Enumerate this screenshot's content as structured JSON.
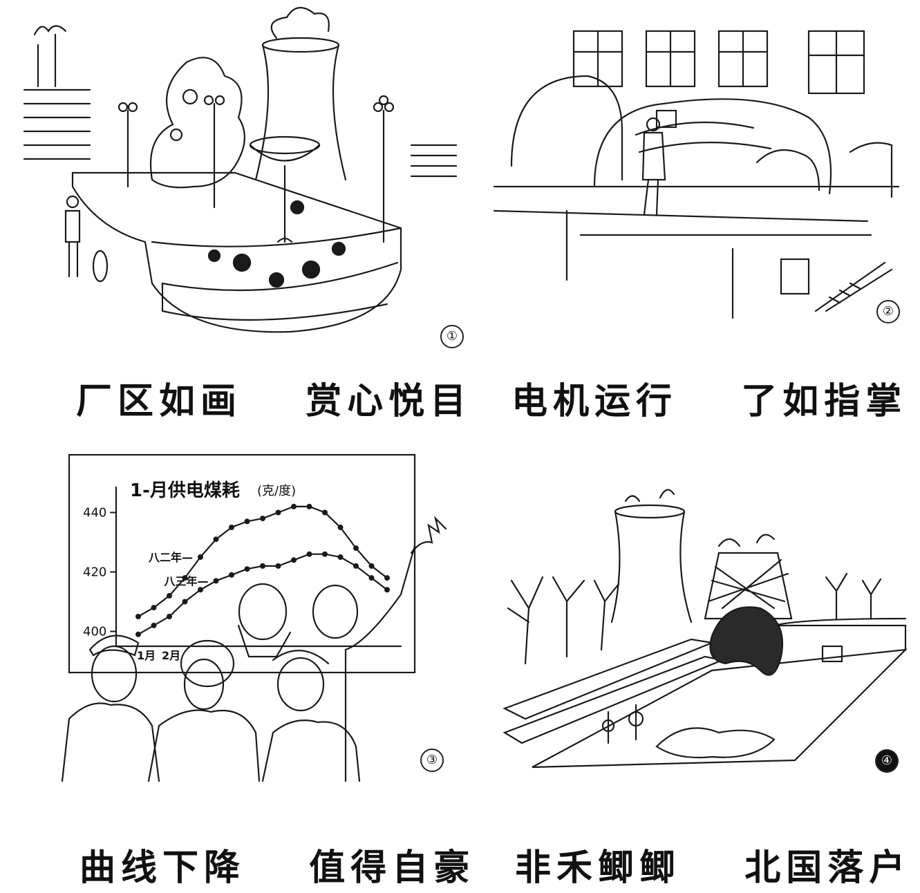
{
  "panels": [
    {
      "id": "1",
      "number": "①",
      "caption_a": "厂区如画",
      "caption_b": "赏心悦目"
    },
    {
      "id": "2",
      "number": "②",
      "caption_a": "电机运行",
      "caption_b": "了如指掌"
    },
    {
      "id": "3",
      "number": "③",
      "caption_a": "曲线下降",
      "caption_b": "值得自豪"
    },
    {
      "id": "4",
      "number": "④",
      "caption_a": "非禾鲫鲫",
      "caption_b": "北国落户"
    }
  ],
  "chart_data": {
    "type": "line",
    "title": "1-月供电煤耗",
    "unit": "(克/度)",
    "x_labels": [
      "1月",
      "2月"
    ],
    "y_ticks": [
      400,
      420,
      440
    ],
    "ylim": [
      395,
      445
    ],
    "series": [
      {
        "name": "八二年",
        "values": [
          405,
          408,
          412,
          418,
          425,
          431,
          435,
          437,
          438,
          440,
          442,
          442,
          440,
          435,
          428,
          422,
          418
        ]
      },
      {
        "name": "八三年",
        "values": [
          399,
          402,
          405,
          410,
          414,
          417,
          419,
          421,
          422,
          422,
          424,
          426,
          426,
          425,
          422,
          418,
          414
        ]
      }
    ]
  }
}
